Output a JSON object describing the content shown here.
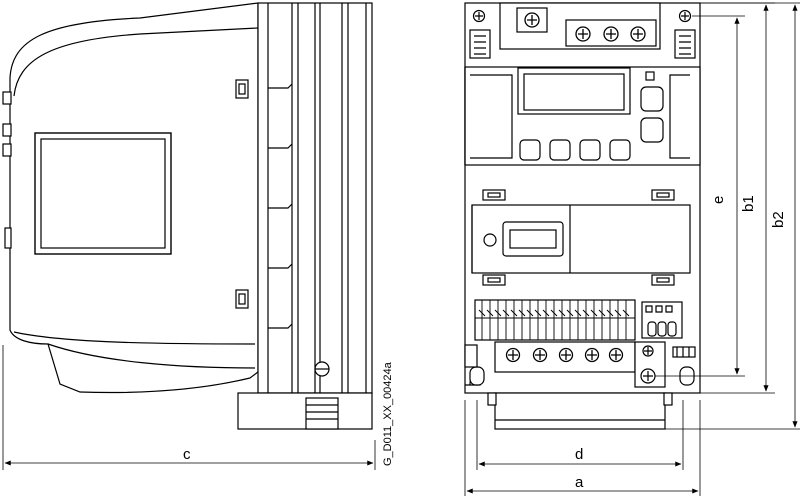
{
  "drawing_id": "G_D011_XX_00424a",
  "dimensions": {
    "a": "a",
    "b1": "b1",
    "b2": "b2",
    "c": "c",
    "d": "d",
    "e": "e"
  },
  "colors": {
    "line": "#000000",
    "fill": "#ffffff",
    "shade": "#d9d9d9"
  }
}
